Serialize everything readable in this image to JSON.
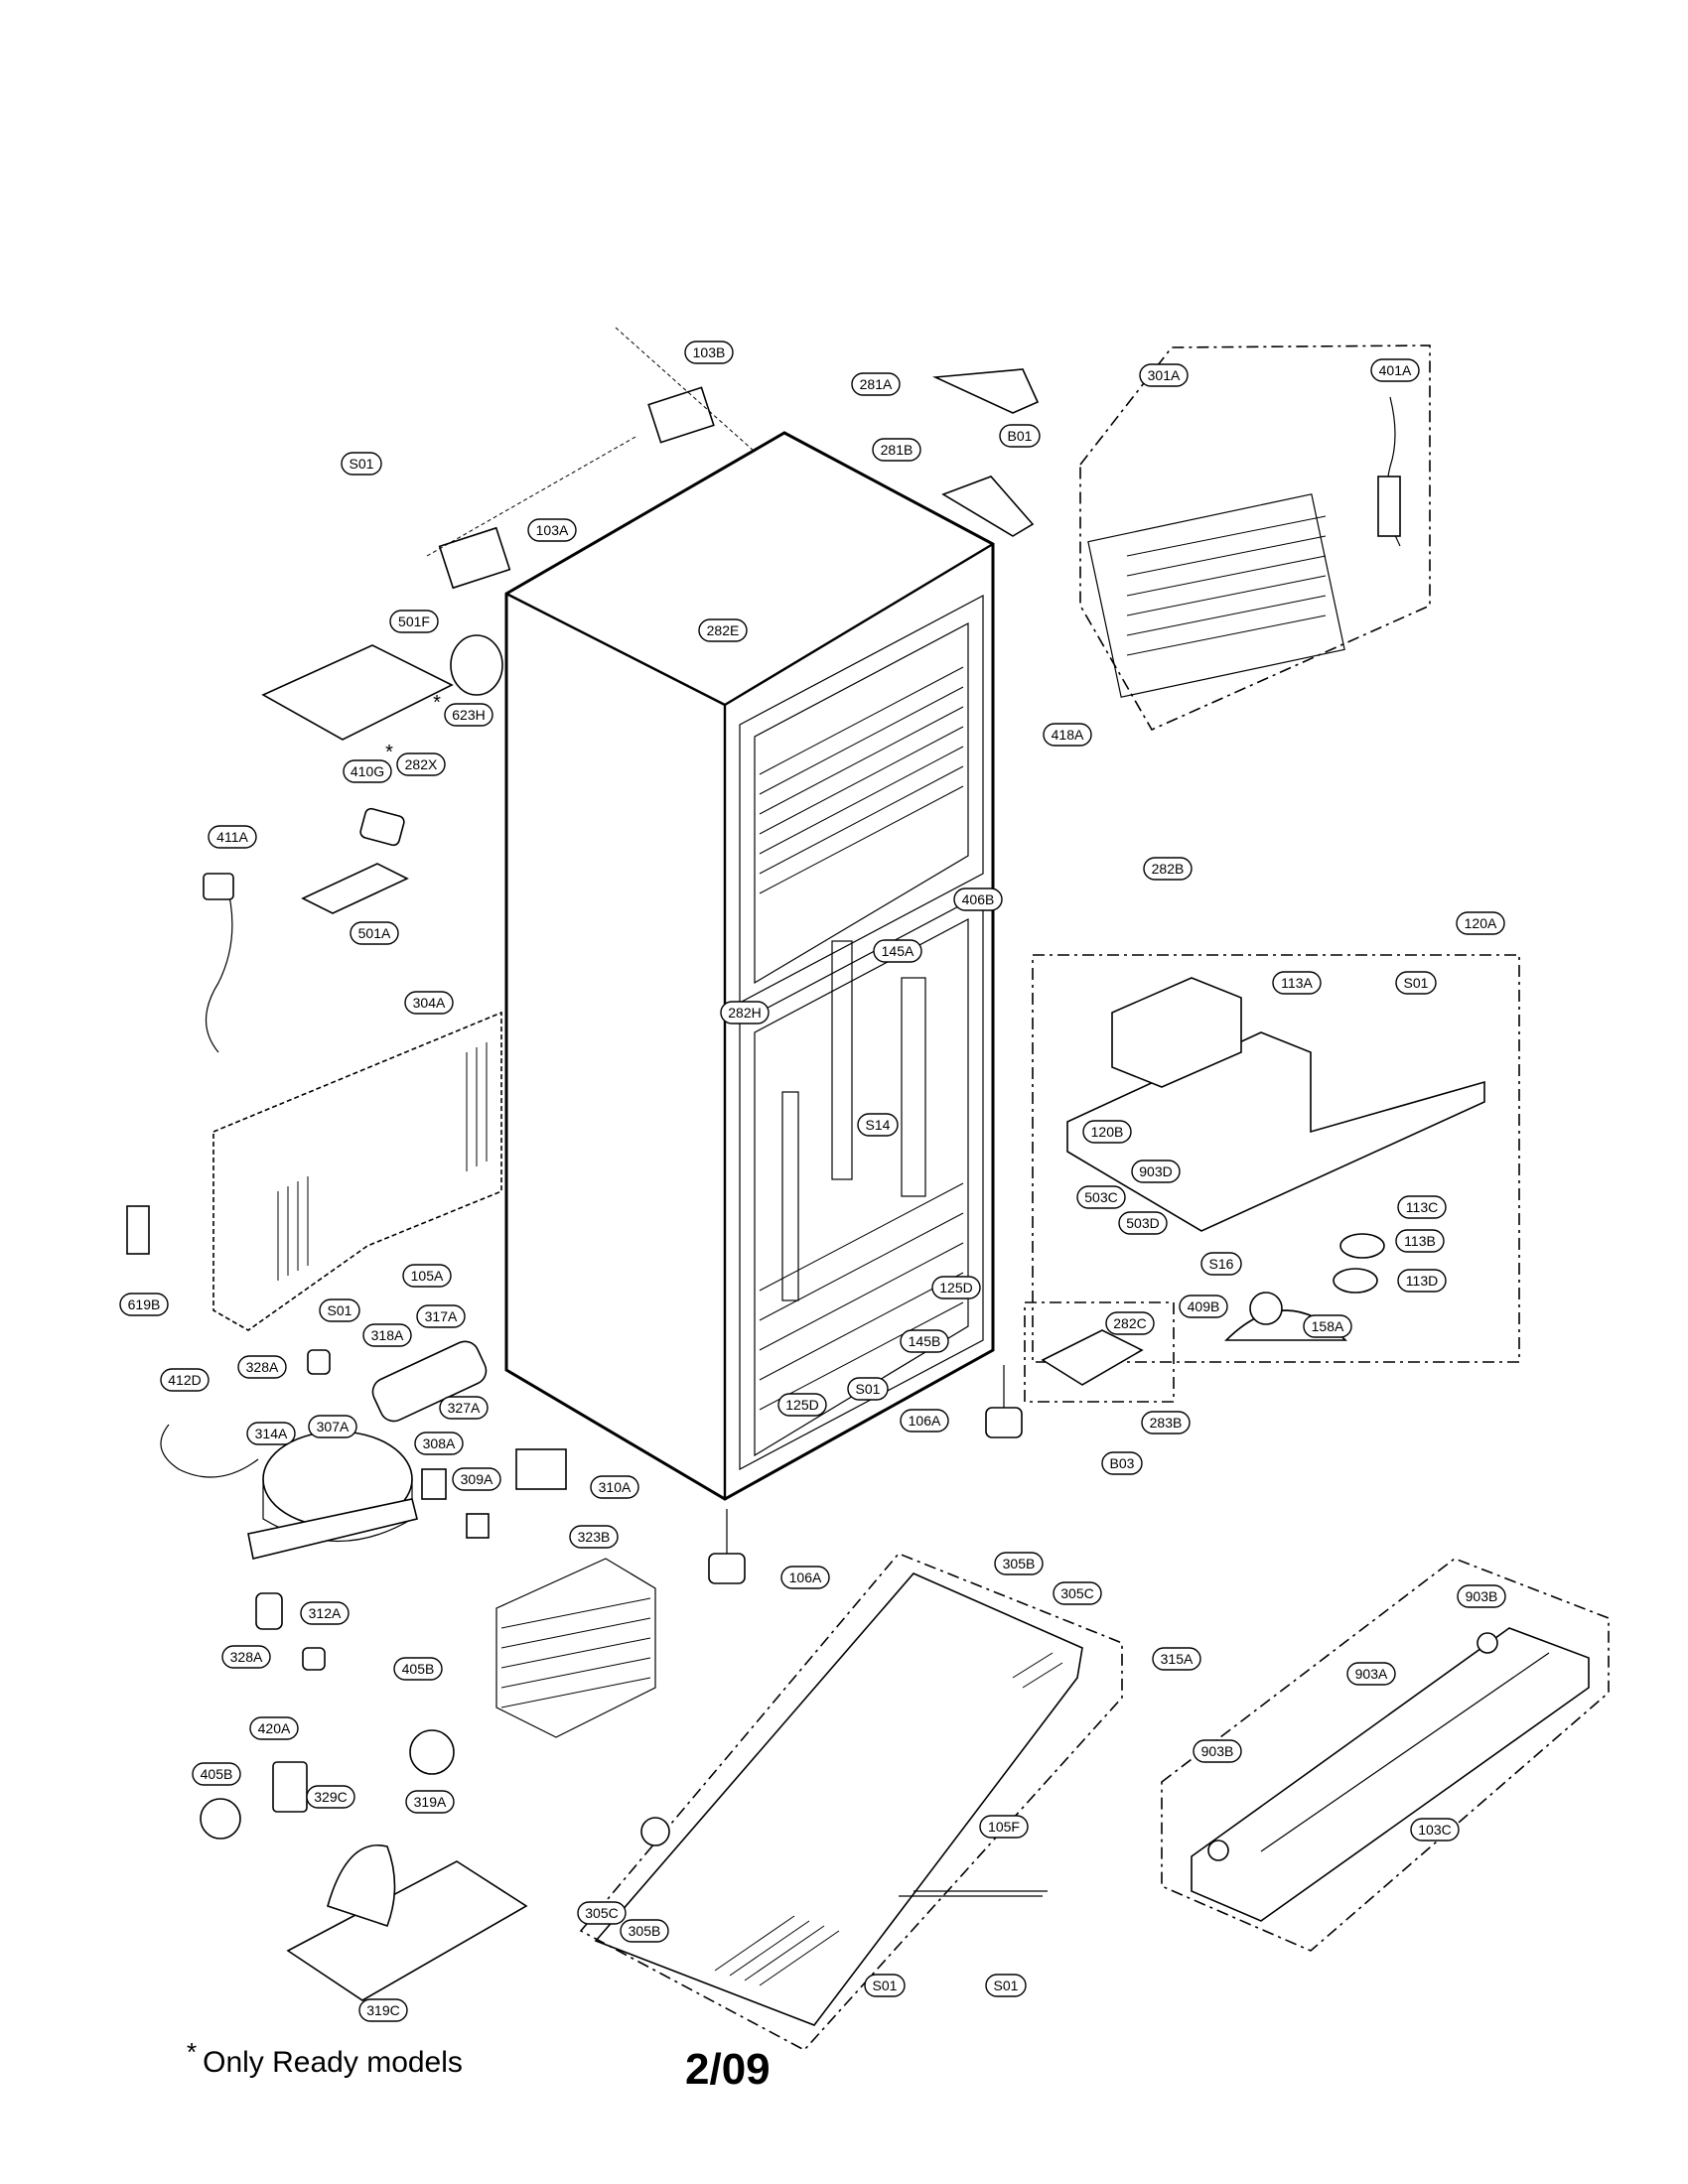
{
  "footnote": {
    "symbol": "*",
    "text": "Only Ready models"
  },
  "page_number": "2/09",
  "labels": [
    {
      "id": "103B",
      "text": "103B"
    },
    {
      "id": "281A",
      "text": "281A"
    },
    {
      "id": "301A",
      "text": "301A"
    },
    {
      "id": "401A",
      "text": "401A"
    },
    {
      "id": "B01",
      "text": "B01"
    },
    {
      "id": "281B",
      "text": "281B"
    },
    {
      "id": "S01_a",
      "text": "S01"
    },
    {
      "id": "103A",
      "text": "103A"
    },
    {
      "id": "501F",
      "text": "501F"
    },
    {
      "id": "282E",
      "text": "282E"
    },
    {
      "id": "623H",
      "text": "623H",
      "mark": "*"
    },
    {
      "id": "282X",
      "text": "282X",
      "mark": "*"
    },
    {
      "id": "410G",
      "text": "410G"
    },
    {
      "id": "418A",
      "text": "418A"
    },
    {
      "id": "411A",
      "text": "411A"
    },
    {
      "id": "282B",
      "text": "282B"
    },
    {
      "id": "501A",
      "text": "501A"
    },
    {
      "id": "406B",
      "text": "406B"
    },
    {
      "id": "120A",
      "text": "120A"
    },
    {
      "id": "304A",
      "text": "304A"
    },
    {
      "id": "145A",
      "text": "145A"
    },
    {
      "id": "113A",
      "text": "113A"
    },
    {
      "id": "S01_b",
      "text": "S01"
    },
    {
      "id": "282H",
      "text": "282H"
    },
    {
      "id": "120B",
      "text": "120B"
    },
    {
      "id": "S14",
      "text": "S14"
    },
    {
      "id": "903D",
      "text": "903D"
    },
    {
      "id": "503C",
      "text": "503C"
    },
    {
      "id": "113C",
      "text": "113C"
    },
    {
      "id": "503D",
      "text": "503D"
    },
    {
      "id": "113B",
      "text": "113B"
    },
    {
      "id": "619B",
      "text": "619B"
    },
    {
      "id": "105A",
      "text": "105A"
    },
    {
      "id": "S16",
      "text": "S16"
    },
    {
      "id": "113D",
      "text": "113D"
    },
    {
      "id": "125D_a",
      "text": "125D"
    },
    {
      "id": "S01_c",
      "text": "S01"
    },
    {
      "id": "317A",
      "text": "317A"
    },
    {
      "id": "409B",
      "text": "409B"
    },
    {
      "id": "158A",
      "text": "158A"
    },
    {
      "id": "318A",
      "text": "318A"
    },
    {
      "id": "282C",
      "text": "282C"
    },
    {
      "id": "145B",
      "text": "145B"
    },
    {
      "id": "328A_a",
      "text": "328A"
    },
    {
      "id": "412D",
      "text": "412D"
    },
    {
      "id": "S01_d",
      "text": "S01"
    },
    {
      "id": "327A",
      "text": "327A"
    },
    {
      "id": "283B",
      "text": "283B"
    },
    {
      "id": "125D_b",
      "text": "125D"
    },
    {
      "id": "106A_a",
      "text": "106A"
    },
    {
      "id": "307A",
      "text": "307A"
    },
    {
      "id": "314A",
      "text": "314A"
    },
    {
      "id": "308A",
      "text": "308A"
    },
    {
      "id": "B03",
      "text": "B03"
    },
    {
      "id": "309A",
      "text": "309A"
    },
    {
      "id": "310A",
      "text": "310A"
    },
    {
      "id": "323B",
      "text": "323B"
    },
    {
      "id": "305B_a",
      "text": "305B"
    },
    {
      "id": "106A_b",
      "text": "106A"
    },
    {
      "id": "305C_a",
      "text": "305C"
    },
    {
      "id": "903B_a",
      "text": "903B"
    },
    {
      "id": "312A",
      "text": "312A"
    },
    {
      "id": "315A",
      "text": "315A"
    },
    {
      "id": "328A_b",
      "text": "328A"
    },
    {
      "id": "405B_a",
      "text": "405B"
    },
    {
      "id": "903A",
      "text": "903A"
    },
    {
      "id": "420A",
      "text": "420A"
    },
    {
      "id": "903B_b",
      "text": "903B"
    },
    {
      "id": "405B_b",
      "text": "405B"
    },
    {
      "id": "329C",
      "text": "329C"
    },
    {
      "id": "319A",
      "text": "319A"
    },
    {
      "id": "105F",
      "text": "105F"
    },
    {
      "id": "103C",
      "text": "103C"
    },
    {
      "id": "305C_b",
      "text": "305C"
    },
    {
      "id": "305B_b",
      "text": "305B"
    },
    {
      "id": "S01_e",
      "text": "S01"
    },
    {
      "id": "S01_f",
      "text": "S01"
    },
    {
      "id": "319C",
      "text": "319C"
    }
  ]
}
